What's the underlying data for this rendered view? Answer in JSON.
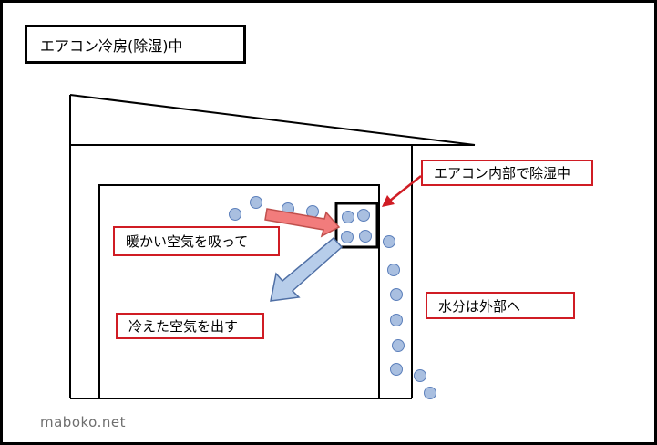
{
  "title": "エアコン冷房(除湿)中",
  "labels": {
    "dehumidify": "エアコン内部で除湿中",
    "intake": "暖かい空気を吸って",
    "output": "冷えた空気を出す",
    "water": "水分は外部へ"
  },
  "watermark": "maboko.net",
  "colors": {
    "label_border": "#d01c24",
    "droplet_fill": "#a9bfe0",
    "droplet_stroke": "#5b7fbb",
    "warm_arrow": "#f27c7c",
    "cool_arrow": "#b7cdea"
  }
}
